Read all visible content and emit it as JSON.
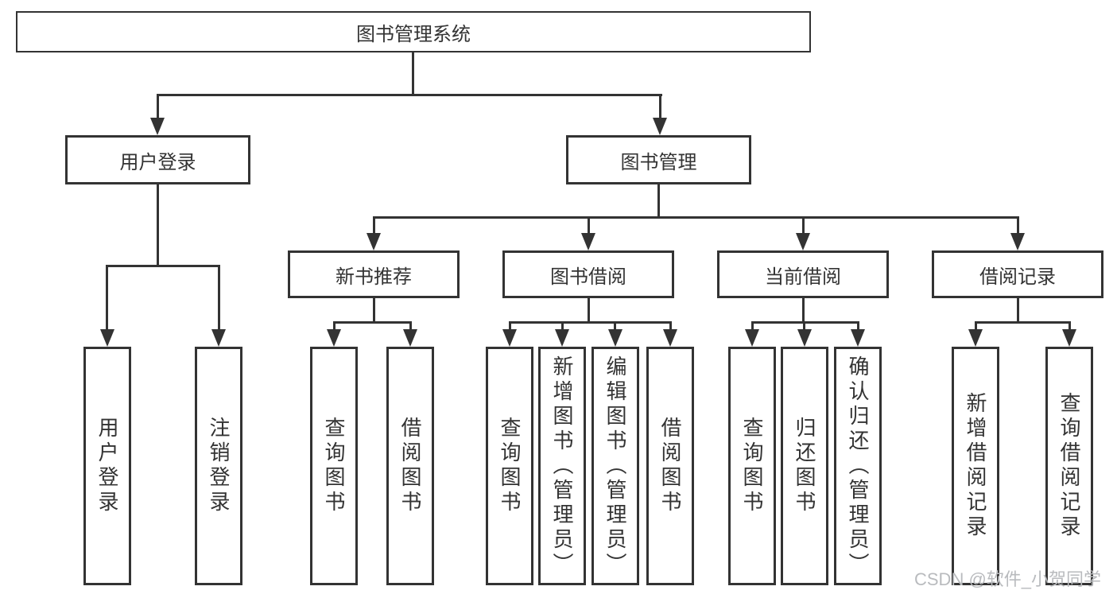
{
  "diagram": {
    "title_node": "图书管理系统",
    "level2": {
      "user_login": "用户登录",
      "book_mgmt": "图书管理"
    },
    "level3": {
      "new_books": "新书推荐",
      "book_borrow": "图书借阅",
      "current_borrow": "当前借阅",
      "borrow_records": "借阅记录"
    },
    "leaves": {
      "user_login": [
        "用户登录",
        "注销登录"
      ],
      "new_books": [
        "查询图书",
        "借阅图书"
      ],
      "book_borrow": [
        "查询图书",
        "新增图书（管理员）",
        "编辑图书（管理员）",
        "借阅图书"
      ],
      "current_borrow": [
        "查询图书",
        "归还图书",
        "确认归还（管理员）"
      ],
      "borrow_records": [
        "新增借阅记录",
        "查询借阅记录"
      ]
    }
  },
  "watermark": "CSDN @软件_小贺同学",
  "colors": {
    "line": "#333333",
    "text": "#333333",
    "watermark": "#b9bbbe",
    "background": "#ffffff"
  }
}
